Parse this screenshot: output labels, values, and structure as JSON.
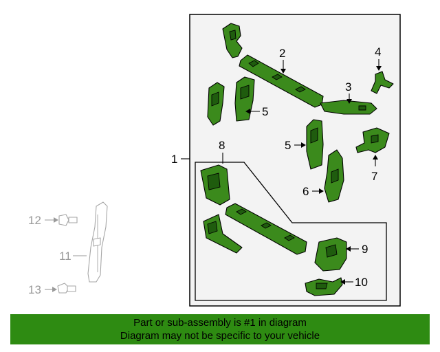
{
  "diagram": {
    "callouts": {
      "c1": "1",
      "c2": "2",
      "c3": "3",
      "c4": "4",
      "c5a": "5",
      "c5b": "5",
      "c6": "6",
      "c7": "7",
      "c8": "8",
      "c9": "9",
      "c10": "10",
      "c11": "11",
      "c12": "12",
      "c13": "13"
    },
    "colors": {
      "part_fill": "#3b8a1c",
      "assembly_box_fill": "#f3f3f3",
      "footer_bg": "#2e8b12",
      "ghost_stroke": "#a6a6a6"
    }
  },
  "footer": {
    "line1": "Part or sub-assembly is #1 in diagram",
    "line2": "Diagram may not be specific to your vehicle"
  }
}
